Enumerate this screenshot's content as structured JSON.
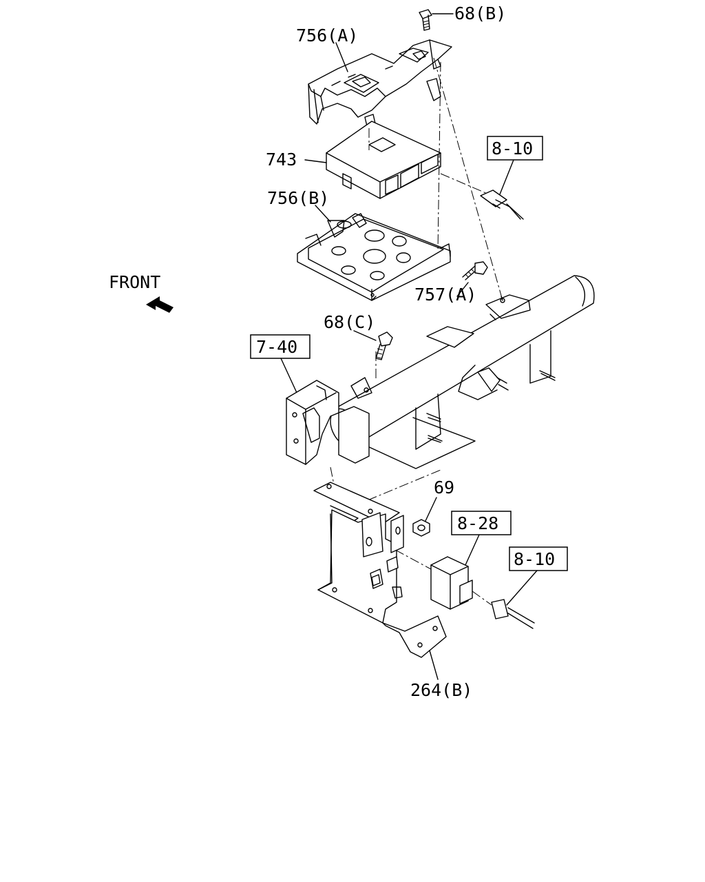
{
  "direction": {
    "label": "FRONT"
  },
  "callouts": {
    "bolt_68b": "68(B)",
    "bracket_756a": "756(A)",
    "module_743": "743",
    "tray_756b": "756(B)",
    "bolt_757a": "757(A)",
    "bolt_68c": "68(C)",
    "nut_69": "69",
    "bracket_264b": "264(B)"
  },
  "references": {
    "ref_8_10_upper": "8-10",
    "ref_7_40": "7-40",
    "ref_8_28": "8-28",
    "ref_8_10_lower": "8-10"
  }
}
